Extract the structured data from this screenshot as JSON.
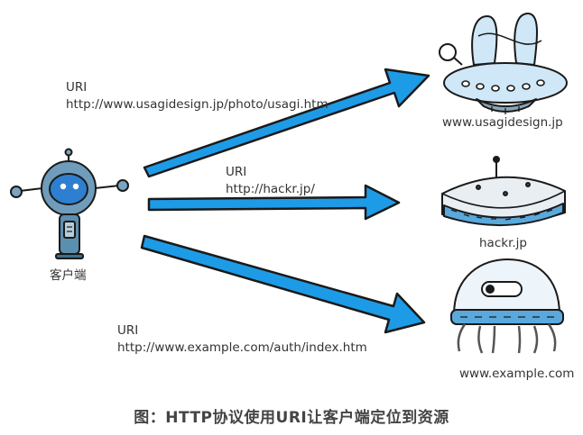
{
  "client": {
    "label": "客户端"
  },
  "requests": [
    {
      "id": "usagi",
      "label": "URI",
      "uri": "http://www.usagidesign.jp/photo/usagi.htm"
    },
    {
      "id": "hackr",
      "label": "URI",
      "uri": "http://hackr.jp/"
    },
    {
      "id": "example",
      "label": "URI",
      "uri": "http://www.example.com/auth/index.htm"
    }
  ],
  "servers": [
    {
      "id": "usagi",
      "host": "www.usagidesign.jp"
    },
    {
      "id": "hackr",
      "host": "hackr.jp"
    },
    {
      "id": "example",
      "host": "www.example.com"
    }
  ],
  "caption": "图：HTTP协议使用URI让客户端定位到资源",
  "colors": {
    "arrow": "#1e9be6",
    "outline": "#1a1a1a",
    "robot_body": "#5b8fb0",
    "ufo_fill": "#cfe7f7"
  }
}
